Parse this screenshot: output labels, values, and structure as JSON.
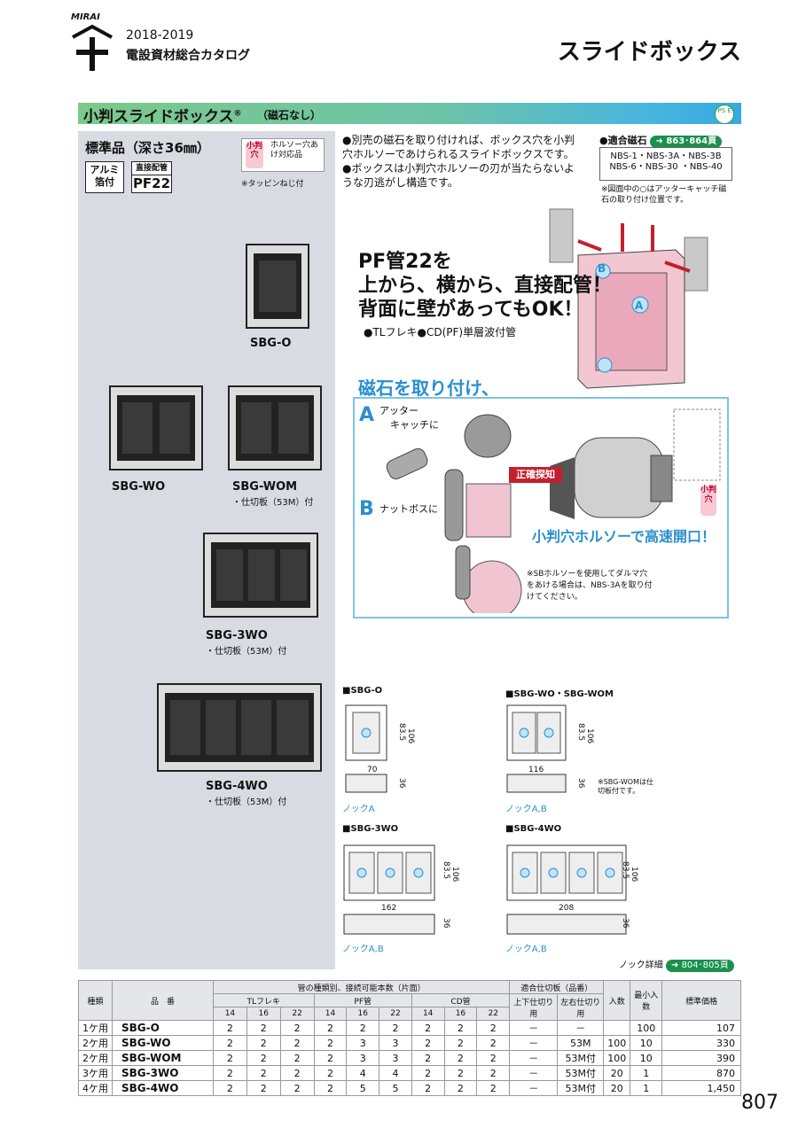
{
  "header": {
    "logo_text": "MIRAI",
    "year": "2018-2019",
    "catalog": "電設資材総合カタログ",
    "page_title": "スライドボックス"
  },
  "section": {
    "title": "小判スライドボックス",
    "reg_mark": "®",
    "subtitle": "（磁石なし）",
    "pse_mark": "PS E"
  },
  "left_panel": {
    "standard": "標準品（深さ36㎜）",
    "tag_alu": "アルミ箔付",
    "tag_pf_top": "直接配管",
    "tag_pf_bottom": "PF22",
    "kohan_tag": "小判穴",
    "kohan_text": "ホルソー穴あけ対応品",
    "tappin_note": "※タッピンねじ付",
    "products": [
      {
        "name": "SBG-O",
        "sub": ""
      },
      {
        "name": "SBG-WO",
        "sub": ""
      },
      {
        "name": "SBG-WOM",
        "sub": "・仕切板（53M）付"
      },
      {
        "name": "SBG-3WO",
        "sub": "・仕切板（53M）付"
      },
      {
        "name": "SBG-4WO",
        "sub": "・仕切板（53M）付"
      }
    ]
  },
  "bullets": [
    "●別売の磁石を取り付ければ、ボックス穴を小判穴ホルソーであけられるスライドボックスです。",
    "●ボックスは小判穴ホルソーの刃が当たらないような刃逃がし構造です。"
  ],
  "magnet": {
    "head": "●適合磁石",
    "ref": "863･864頁",
    "models_1": "NBS-1・NBS-3A・NBS-3B",
    "models_2": "NBS-6・NBS-30 ・NBS-40",
    "note": "※図面中の○はアッターキャッチ磁石の取り付け位置です。"
  },
  "headline": {
    "line1": "PF管22を",
    "line2": "上から、横から、直接配管！",
    "line3": "背面に壁があってもOK！",
    "sub": "●TLフレキ●CD(PF)単層波付管"
  },
  "illustration": {
    "title": "磁石を取り付け、",
    "letter_a": "A",
    "a_text_1": "アッター",
    "a_text_2": "キャッチに",
    "letter_b": "B",
    "b_text": "ナットボスに",
    "seikaku": "正確探知",
    "kohan_tag": "小判穴",
    "kaikou": "小判穴ホルソーで高速開口！",
    "sb_note": "※SBホルソーを使用してダルマ穴をあける場合は、NBS-3Aを取り付けてください。",
    "label_a": "A",
    "label_b": "B"
  },
  "dimensions": [
    {
      "title": "■SBG-O",
      "w": "70",
      "h1": "83.5",
      "h2": "106",
      "d": "36",
      "knock": "ノックA",
      "note": ""
    },
    {
      "title": "■SBG-WO・SBG-WOM",
      "w": "116",
      "h1": "83.5",
      "h2": "106",
      "d": "36",
      "knock": "ノックA,B",
      "note": "※SBG-WOMは仕切板付です。"
    },
    {
      "title": "■SBG-3WO",
      "w": "162",
      "h1": "83.5",
      "h2": "106",
      "d": "36",
      "knock": "ノックA,B",
      "note": ""
    },
    {
      "title": "■SBG-4WO",
      "w": "208",
      "h1": "83.5",
      "h2": "106",
      "d": "36",
      "knock": "ノックA,B",
      "note": ""
    }
  ],
  "knock_detail": {
    "label": "ノック詳細",
    "ref": "804･805頁"
  },
  "table": {
    "h_type": "種類",
    "h_code": "品　番",
    "h_pipe": "管の種類別、接続可能本数（片面）",
    "h_tl": "TLフレキ",
    "h_pf": "PF管",
    "h_cd": "CD管",
    "h_sizes": [
      "14",
      "16",
      "22"
    ],
    "h_partition": "適合仕切板（品番）",
    "h_updown": "上下仕切り用",
    "h_leftright": "左右仕切り用",
    "h_qty": "入数",
    "h_min": "最小入数",
    "h_price": "標準価格",
    "rows": [
      {
        "type": "1ケ用",
        "code": "SBG-O",
        "n": [
          "2",
          "2",
          "2",
          "2",
          "2",
          "2",
          "2",
          "2",
          "2"
        ],
        "ud": "－",
        "lr": "－",
        "qty": "",
        "min": "100",
        "price": "107"
      },
      {
        "type": "2ケ用",
        "code": "SBG-WO",
        "n": [
          "2",
          "2",
          "2",
          "2",
          "3",
          "3",
          "2",
          "2",
          "2"
        ],
        "ud": "－",
        "lr": "53M",
        "qty": "100",
        "min": "10",
        "price": "330"
      },
      {
        "type": "2ケ用",
        "code": "SBG-WOM",
        "n": [
          "2",
          "2",
          "2",
          "2",
          "3",
          "3",
          "2",
          "2",
          "2"
        ],
        "ud": "－",
        "lr": "53M付",
        "qty": "100",
        "min": "10",
        "price": "390"
      },
      {
        "type": "3ケ用",
        "code": "SBG-3WO",
        "n": [
          "2",
          "2",
          "2",
          "2",
          "4",
          "4",
          "2",
          "2",
          "2"
        ],
        "ud": "－",
        "lr": "53M付",
        "qty": "20",
        "min": "1",
        "price": "870"
      },
      {
        "type": "4ケ用",
        "code": "SBG-4WO",
        "n": [
          "2",
          "2",
          "2",
          "2",
          "5",
          "5",
          "2",
          "2",
          "2"
        ],
        "ud": "－",
        "lr": "53M付",
        "qty": "20",
        "min": "1",
        "price": "1,450"
      }
    ]
  },
  "page_number": "807",
  "colors": {
    "accent_blue": "#2a8fd0",
    "brand_green": "#19914c",
    "red": "#c41f2f",
    "panel_gray": "#d8dbe2"
  }
}
